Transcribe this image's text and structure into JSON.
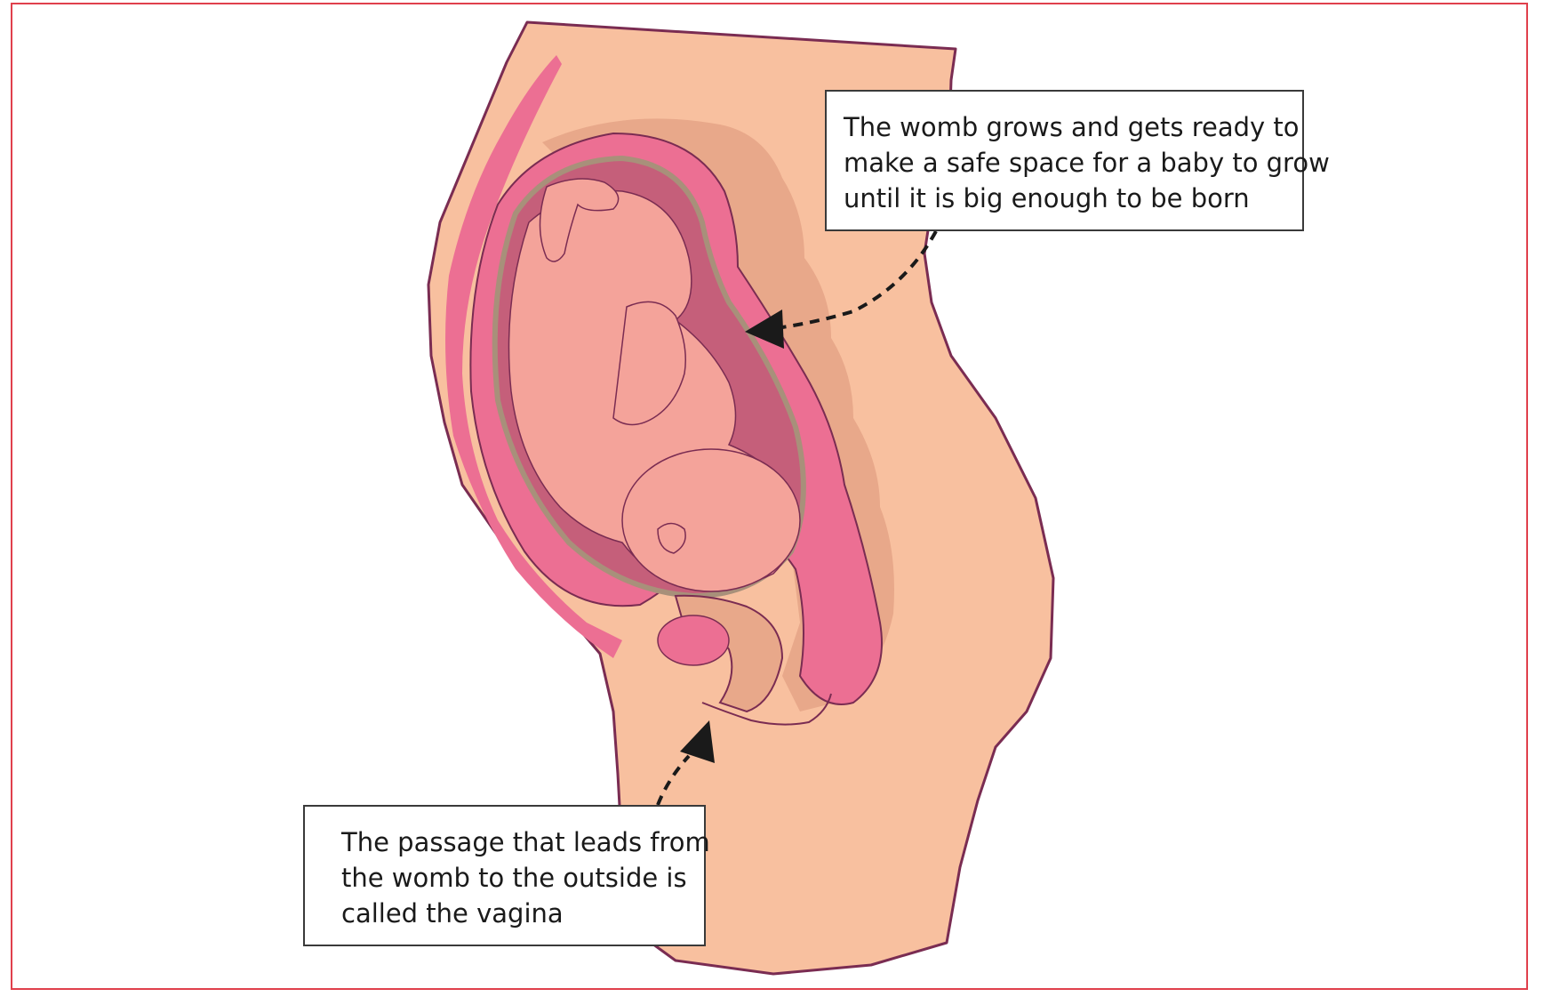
{
  "diagram": {
    "callouts": {
      "womb": {
        "lines": [
          "The womb grows and gets ready to",
          "make a safe space for a baby to grow",
          "until it is big enough to be born"
        ]
      },
      "vagina": {
        "lines": [
          "The passage that leads from",
          "the womb to the outside is",
          "called the vagina"
        ]
      }
    },
    "colors": {
      "frame": "#e0404c",
      "skin": "#f8c09f",
      "outline": "#7a2c52",
      "womb_pink": "#ec6f93",
      "fluid": "#c55f7a",
      "baby": "#f4a39a",
      "tissue": "#d99d83",
      "arrow": "#1a1a1a"
    }
  }
}
